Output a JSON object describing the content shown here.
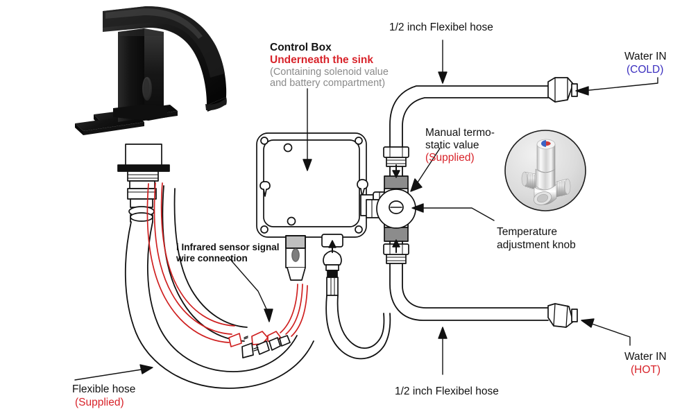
{
  "diagram": {
    "title": "Touchless sensor faucet plumbing installation diagram",
    "colors": {
      "red": "#d8232a",
      "grey_text": "#8a8a8a",
      "blue": "#3b2fbf",
      "line": "#111111",
      "metal_light": "#f2f2f2",
      "metal_dark": "#8c8c8c"
    }
  },
  "labels": {
    "control_box": {
      "line1": "Control Box",
      "line2": "Underneath the sink",
      "line3": "(Containing solenoid value",
      "line4": "and battery compartment)"
    },
    "hose_top": "1/2 inch Flexibel hose",
    "hose_bottom": "1/2 inch Flexibel hose",
    "water_in_cold": {
      "line1": "Water IN",
      "line2": "(COLD)"
    },
    "water_in_hot": {
      "line1": "Water IN",
      "line2": "(HOT)"
    },
    "thermostatic_valve": {
      "line1": "Manual termo-",
      "line2": "static value",
      "line3": "(Supplied)"
    },
    "temperature_knob": {
      "line1": "Temperature",
      "line2": "adjustment knob"
    },
    "sensor_wire": {
      "line1": "i Infrared sensor signal",
      "line2": "wire connection"
    },
    "flexible_hose": {
      "line1": "Flexible hose",
      "line2": "(Supplied)"
    }
  },
  "parts": {
    "faucet": "matte-black-sensor-faucet-photo",
    "valve_photo": "chrome-thermostatic-valve-photo",
    "valve_indicator": "blue-red-temperature-indicator"
  }
}
